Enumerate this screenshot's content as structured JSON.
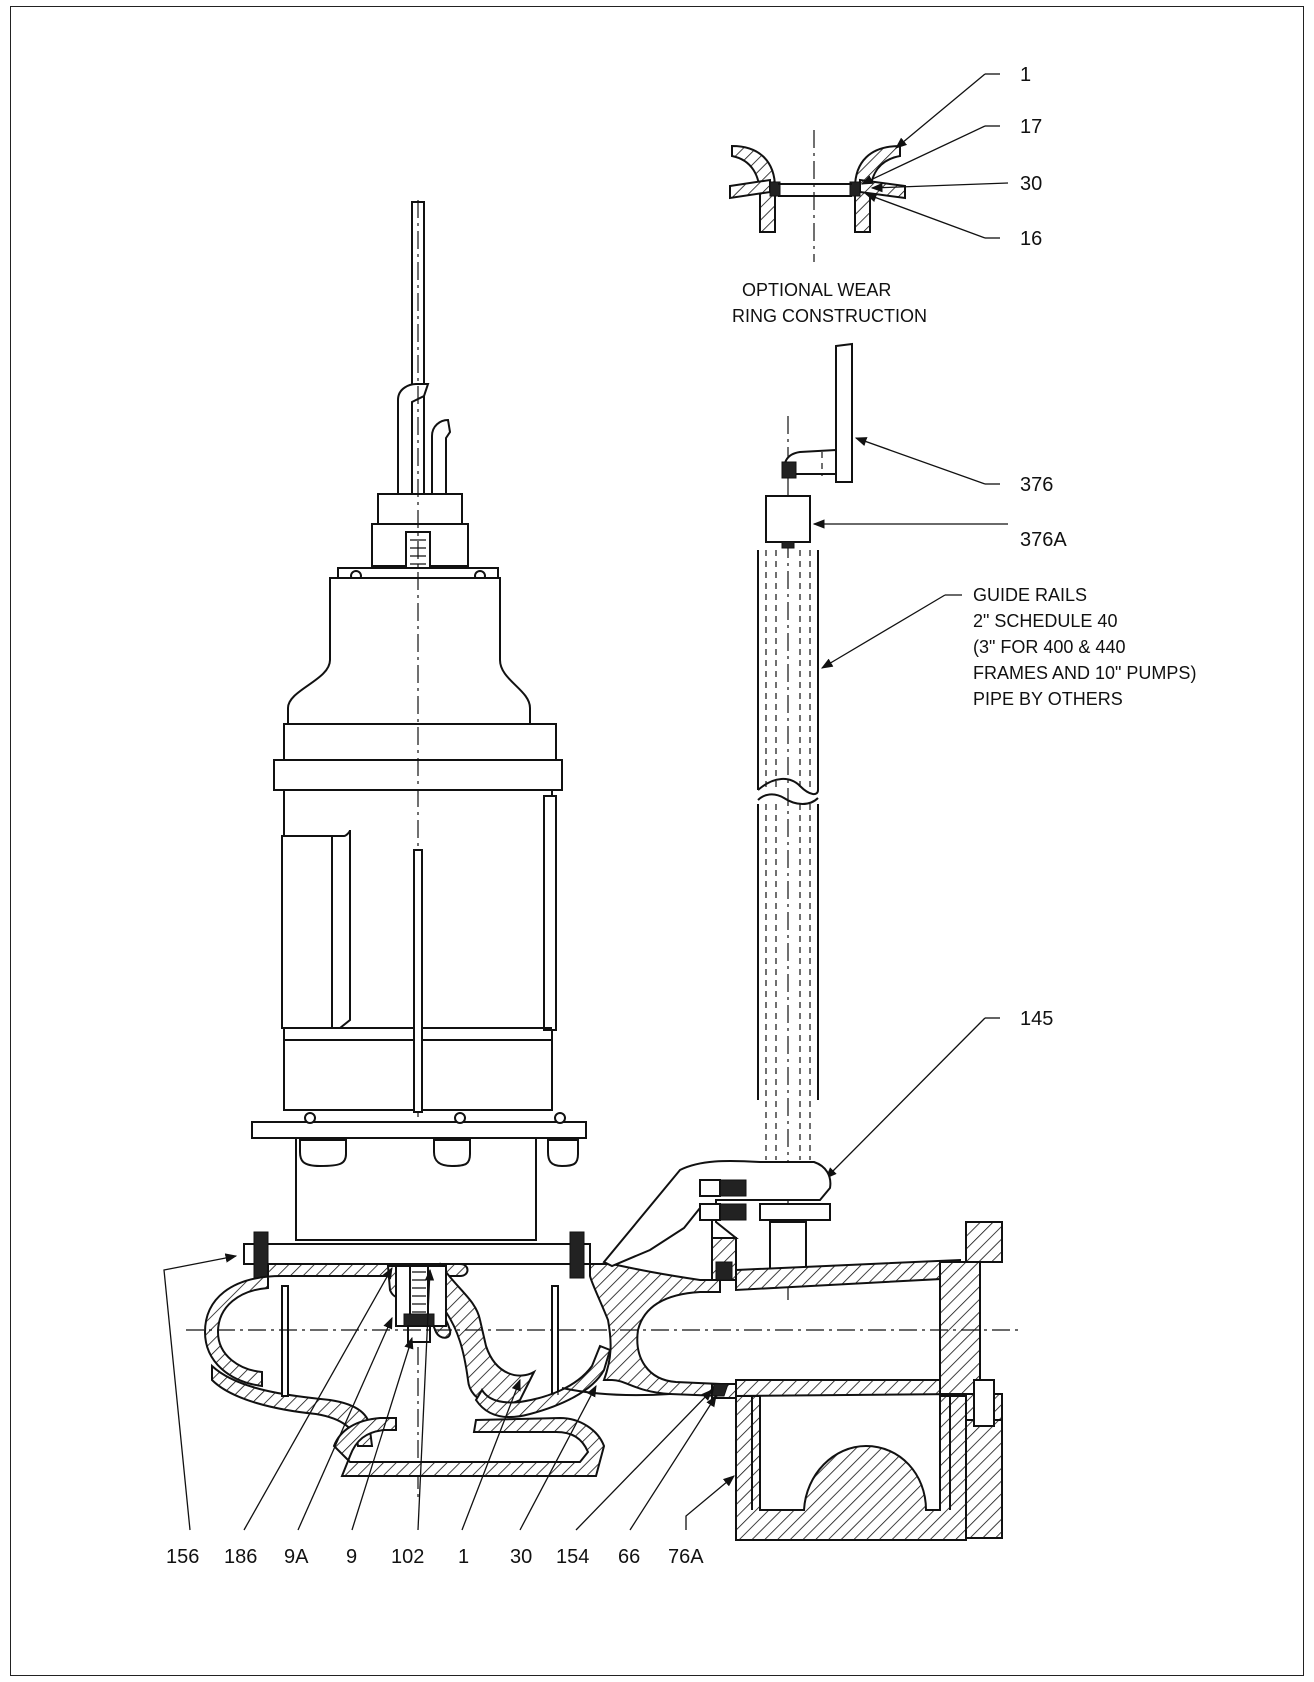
{
  "drawing": {
    "inset_caption": [
      "OPTIONAL WEAR",
      "RING CONSTRUCTION"
    ],
    "guide_rail_note": [
      "GUIDE RAILS",
      "2\" SCHEDULE 40",
      "(3\" FOR 400 & 440",
      "FRAMES AND 10\" PUMPS)",
      "PIPE BY OTHERS"
    ],
    "callouts_right": {
      "inset_1": "1",
      "inset_17": "17",
      "inset_30": "30",
      "inset_16": "16",
      "rail_376": "376",
      "rail_376a": "376A",
      "part_145": "145"
    },
    "callouts_bottom": [
      "156",
      "186",
      "9A",
      "9",
      "102",
      "1",
      "30",
      "154",
      "66",
      "76A"
    ]
  }
}
